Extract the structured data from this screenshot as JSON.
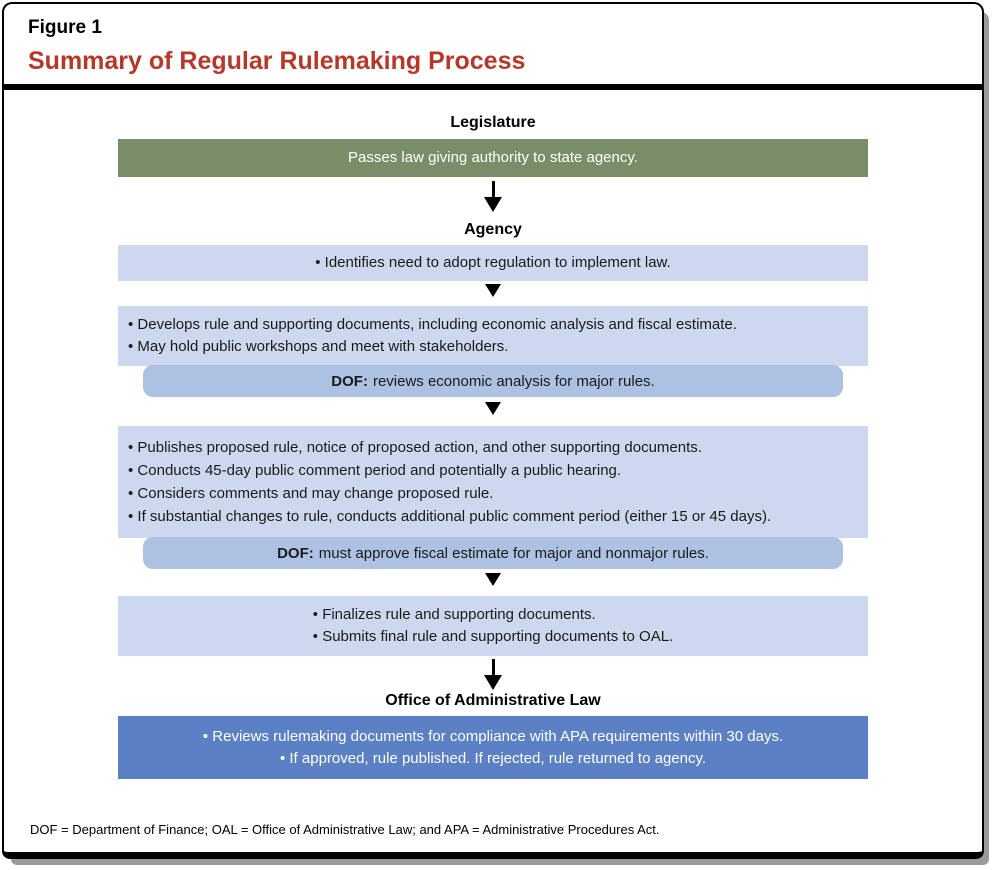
{
  "figure": {
    "label": "Figure 1",
    "title": "Summary of Regular Rulemaking Process"
  },
  "colors": {
    "title_red": "#b5392b",
    "legislature_green": "#798e68",
    "agency_light_blue": "#cdd8ee",
    "dof_medium_blue": "#adc1e2",
    "oal_dark_blue": "#5b80c4",
    "shadow_gray": "#9a9a9a"
  },
  "sections": {
    "legislature": {
      "heading": "Legislature",
      "box_text": "Passes law giving authority to state agency."
    },
    "agency": {
      "heading": "Agency",
      "step1_bullets": [
        "Identifies need to adopt regulation to implement law."
      ],
      "step2_bullets": [
        "Develops rule and supporting documents, including economic analysis and fiscal estimate.",
        "May hold public workshops and meet with stakeholders."
      ],
      "dof1": {
        "label": "DOF:",
        "text": "reviews economic analysis for major rules."
      },
      "step3_bullets": [
        "Publishes proposed rule, notice of proposed action, and other supporting documents.",
        "Conducts 45-day public comment period and potentially a public hearing.",
        "Considers comments and may change proposed rule.",
        "If substantial changes to rule, conducts additional public comment period (either 15 or 45 days)."
      ],
      "dof2": {
        "label": "DOF:",
        "text": "must approve fiscal estimate for major and nonmajor rules."
      },
      "step4_bullets": [
        "Finalizes rule and supporting documents.",
        "Submits final rule and supporting documents to OAL."
      ]
    },
    "oal": {
      "heading": "Office of Administrative Law",
      "box_bullets": [
        "Reviews rulemaking documents for compliance with APA requirements within 30 days.",
        "If approved, rule published. If rejected, rule returned to agency."
      ]
    }
  },
  "footnote": "DOF = Department of Finance; OAL = Office of Administrative Law; and APA = Administrative Procedures Act."
}
